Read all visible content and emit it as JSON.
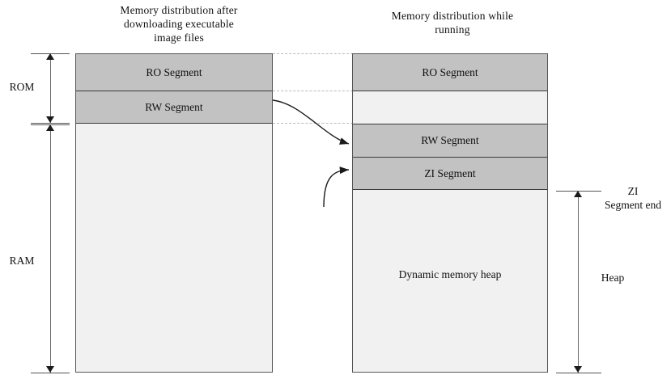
{
  "diagram": {
    "title_left": {
      "line1": "Memory distribution after",
      "line2": "downloading executable",
      "line3": "image files"
    },
    "title_right": {
      "line1": "Memory distribution while",
      "line2": "running"
    },
    "left_block": {
      "segments": [
        {
          "label": "RO Segment",
          "fill": "#c2c2c2"
        },
        {
          "label": "RW Segment",
          "fill": "#c2c2c2"
        }
      ],
      "empty_area_fill": "#f1f1f1"
    },
    "right_block": {
      "segments": [
        {
          "label": "RO Segment",
          "fill": "#c2c2c2"
        },
        {
          "label": "",
          "fill": "#f1f1f1"
        },
        {
          "label": "RW Segment",
          "fill": "#c2c2c2"
        },
        {
          "label": "ZI Segment",
          "fill": "#c2c2c2"
        }
      ],
      "heap_label": "Dynamic memory heap"
    },
    "left_dimensions": [
      {
        "label": "ROM"
      },
      {
        "label": "RAM"
      }
    ],
    "right_dimensions": [
      {
        "label_line1": "ZI",
        "label_line2": "Segment end"
      },
      {
        "label_line1": "Heap",
        "label_line2": ""
      }
    ],
    "colors": {
      "segment_gray": "#c2c2c2",
      "empty_gray": "#f1f1f1",
      "border_dark": "#3a3a3a",
      "dash_gray": "#b9b9b9",
      "arrow_gray": "#6b6b6b"
    }
  }
}
